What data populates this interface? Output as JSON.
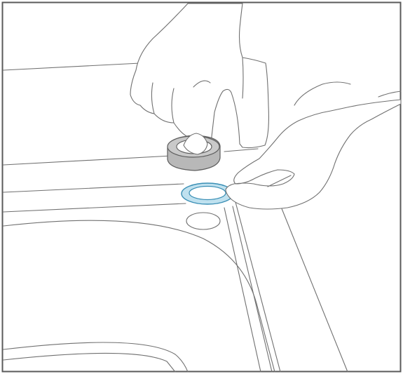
{
  "illustration": {
    "colors": {
      "frame": "#5a5a5a",
      "outline": "#707070",
      "gray_ring_fill": "#b8b8b8",
      "gray_ring_stroke": "#5e5e5e",
      "blue_ring_fill": "#bfe1ef",
      "blue_ring_stroke": "#3a8fb5",
      "background": "#ffffff"
    },
    "parts": [
      "sink-basin-outline",
      "pressing-hand",
      "gray-ring-seal",
      "blue-ring-seal",
      "holding-hand",
      "drain-hole"
    ]
  }
}
